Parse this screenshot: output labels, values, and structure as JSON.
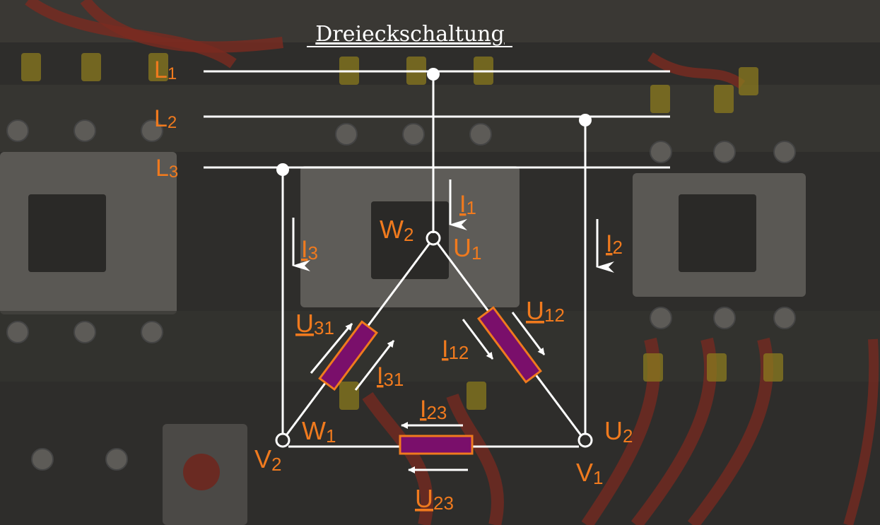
{
  "title": "Dreieckschaltung",
  "colors": {
    "label": "#f07a1e",
    "line": "#ffffff",
    "resistor_fill": "#7a0f6b",
    "resistor_stroke": "#f07a1e",
    "background": "#2b2b2b"
  },
  "phases": {
    "l1": {
      "main": "L",
      "sub": "1"
    },
    "l2": {
      "main": "L",
      "sub": "2"
    },
    "l3": {
      "main": "L",
      "sub": "3"
    }
  },
  "nodes": {
    "w2": {
      "main": "W",
      "sub": "2"
    },
    "u1": {
      "main": "U",
      "sub": "1"
    },
    "w1": {
      "main": "W",
      "sub": "1"
    },
    "v2": {
      "main": "V",
      "sub": "2"
    },
    "u2": {
      "main": "U",
      "sub": "2"
    },
    "v1": {
      "main": "V",
      "sub": "1"
    }
  },
  "currents": {
    "i1": {
      "main": "I",
      "sub": "1"
    },
    "i2": {
      "main": "I",
      "sub": "2"
    },
    "i3": {
      "main": "I",
      "sub": "3"
    },
    "i12": {
      "main": "I",
      "sub": "12"
    },
    "i31": {
      "main": "I",
      "sub": "31"
    },
    "i23": {
      "main": "I",
      "sub": "23"
    }
  },
  "voltages": {
    "u12": {
      "main": "U",
      "sub": "12"
    },
    "u31": {
      "main": "U",
      "sub": "31"
    },
    "u23": {
      "main": "U",
      "sub": "23"
    }
  }
}
